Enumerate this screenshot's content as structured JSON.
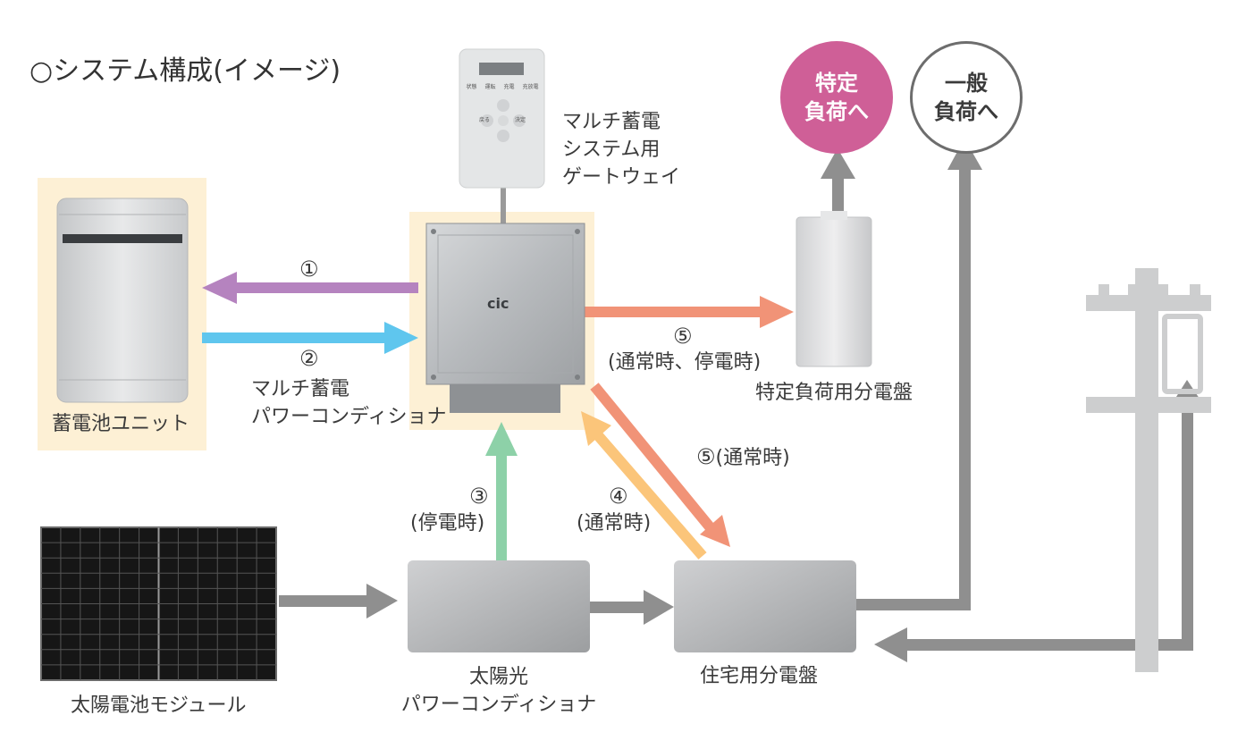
{
  "title": "○システム構成(イメージ)",
  "components": {
    "gateway": [
      "マルチ蓄電",
      "システム用",
      "ゲートウェイ"
    ],
    "battery_unit": "蓄電池ユニット",
    "multi_pcs": [
      "マルチ蓄電",
      "パワーコンディショナ"
    ],
    "specific_panel": "特定負荷用分電盤",
    "solar_module": "太陽電池モジュール",
    "solar_pcs": [
      "太陽光",
      "パワーコンディショナ"
    ],
    "home_panel": "住宅用分電盤",
    "pcs_logo": "cic"
  },
  "loads": {
    "specific": [
      "特定",
      "負荷へ"
    ],
    "general": [
      "一般",
      "負荷へ"
    ]
  },
  "flows": {
    "f1": {
      "num": "①"
    },
    "f2": {
      "num": "②"
    },
    "f3": {
      "num": "③",
      "label": "(停電時)"
    },
    "f4": {
      "num": "④",
      "label": "(通常時)"
    },
    "f5a": {
      "num": "⑤",
      "label": "(通常時、停電時)"
    },
    "f5b": {
      "num": "⑤",
      "label": "(通常時)"
    }
  },
  "gateway_panel": {
    "leds": [
      "状態",
      "運転",
      "充電",
      "充放電"
    ],
    "buttons": [
      "戻る",
      "決定"
    ]
  },
  "colors": {
    "arrow_purple": "#b583bf",
    "arrow_blue": "#5fc6ee",
    "arrow_green": "#8dd1a8",
    "arrow_yellow": "#fbc57a",
    "arrow_orange": "#f19377",
    "arrow_gray": "#8f8f8f",
    "highlight_bg": "#fdf0d5",
    "specific_load": "#cf5f97"
  }
}
